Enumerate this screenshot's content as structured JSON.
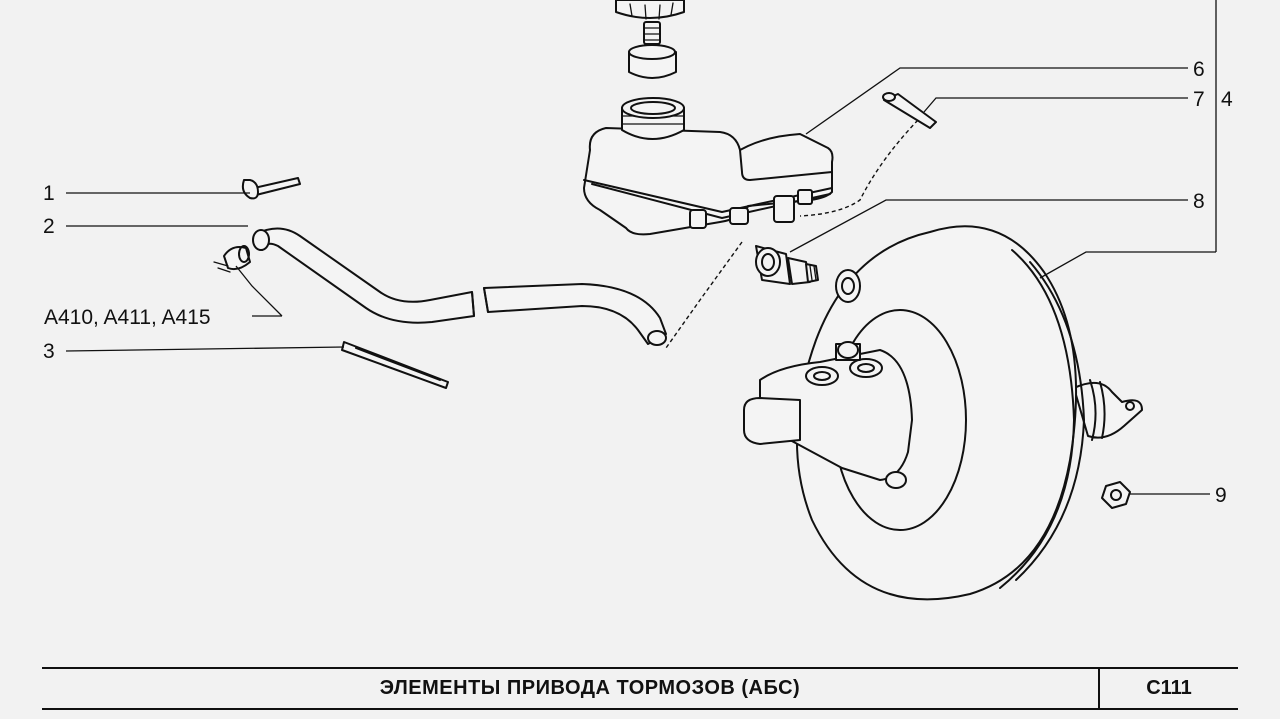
{
  "diagram": {
    "callouts": {
      "c1": "1",
      "c2": "2",
      "c3": "3",
      "c_a4": "A410, A411, A415",
      "c6": "6",
      "c7": "7",
      "c4": "4",
      "c8": "8",
      "c9": "9"
    }
  },
  "title_block": {
    "title": "ЭЛЕМЕНТЫ ПРИВОДА ТОРМОЗОВ (АБС)",
    "code": "C111"
  }
}
